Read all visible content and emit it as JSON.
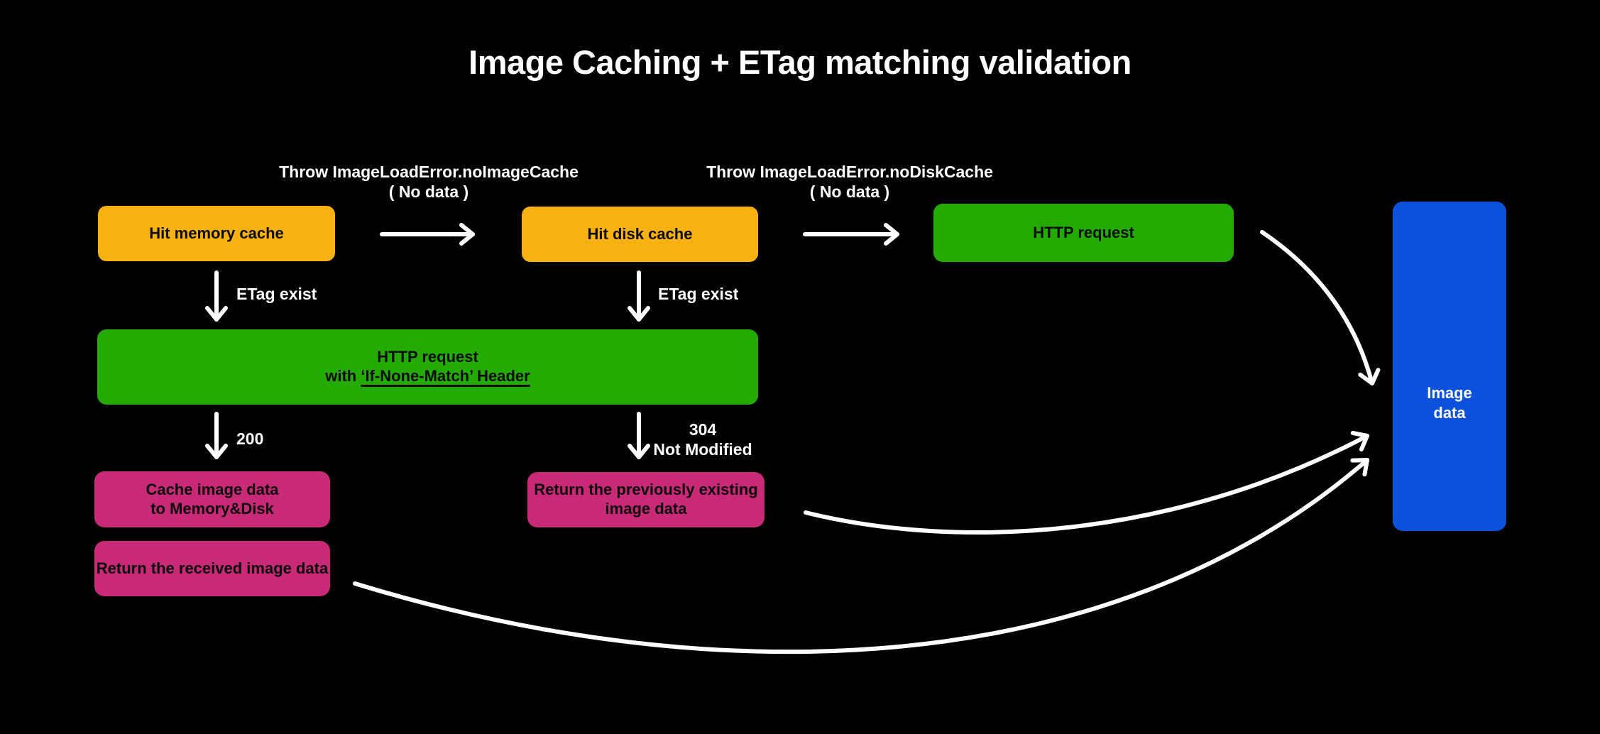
{
  "title": "Image Caching + ETag matching validation",
  "colors": {
    "background": "#000000",
    "amber": "#F7B110",
    "green": "#23AB02",
    "pink": "#C82A78",
    "blue": "#0B51DB",
    "arrow": "#FFFFFF",
    "text_on_box": "#0B0B0B",
    "text_on_bg": "#FFFFFF"
  },
  "nodes": {
    "hit_memory_cache": {
      "label": "Hit memory cache"
    },
    "hit_disk_cache": {
      "label": "Hit disk cache"
    },
    "http_request": {
      "label": "HTTP request"
    },
    "http_request_if_none_match": {
      "line1": "HTTP request",
      "line2_prefix": "with ",
      "line2_underlined": "‘If-None-Match’ Header"
    },
    "cache_image_data": {
      "line1": "Cache image data",
      "line2": "to Memory&Disk"
    },
    "return_previously_existing": {
      "line1": "Return the previously existing",
      "line2": "image data"
    },
    "return_received": {
      "label": "Return the received image data"
    },
    "image_data": {
      "line1": "Image",
      "line2": "data"
    }
  },
  "edge_labels": {
    "throw_no_image_cache": {
      "line1": "Throw ImageLoadError.noImageCache",
      "line2": "( No data )"
    },
    "throw_no_disk_cache": {
      "line1": "Throw ImageLoadError.noDiskCache",
      "line2": "( No data )"
    },
    "etag_exist_memory": "ETag exist",
    "etag_exist_disk": "ETag exist",
    "status_200": "200",
    "status_304_line1": "304",
    "status_304_line2": "Not Modified"
  }
}
